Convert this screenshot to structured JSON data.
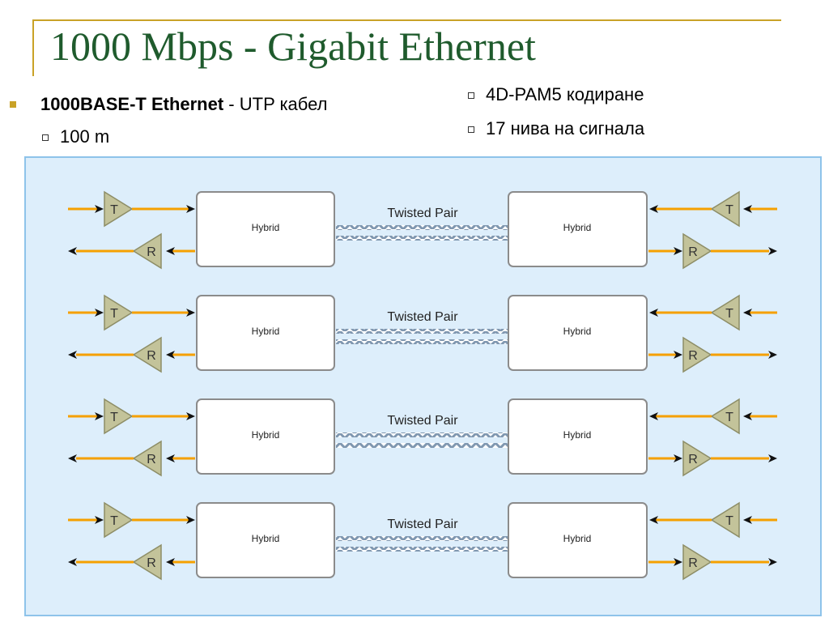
{
  "title": "1000 Mbps - Gigabit Ethernet",
  "bullets": {
    "main_bold": "1000BASE-T Ethernet",
    "main_rest": " - UTP кабел",
    "sub_left": "100 m",
    "sub_right_1": "4D-PAM5 кодиране",
    "sub_right_2": "17 нива на сигнала"
  },
  "diagram": {
    "rows": [
      {
        "left_box": "Hybrid",
        "right_box": "Hybrid",
        "link": "Twisted Pair",
        "tx": "T",
        "rx": "R"
      },
      {
        "left_box": "Hybrid",
        "right_box": "Hybrid",
        "link": "Twisted Pair",
        "tx": "T",
        "rx": "R"
      },
      {
        "left_box": "Hybrid",
        "right_box": "Hybrid",
        "link": "Twisted Pair",
        "tx": "T",
        "rx": "R"
      },
      {
        "left_box": "Hybrid",
        "right_box": "Hybrid",
        "link": "Twisted Pair",
        "tx": "T",
        "rx": "R"
      }
    ],
    "colors": {
      "background": "#ddeefb",
      "border": "#8ec3ea",
      "wire": "#f5a000",
      "amplifier": "#c3c39a",
      "twisted": "#7f97b0"
    }
  }
}
